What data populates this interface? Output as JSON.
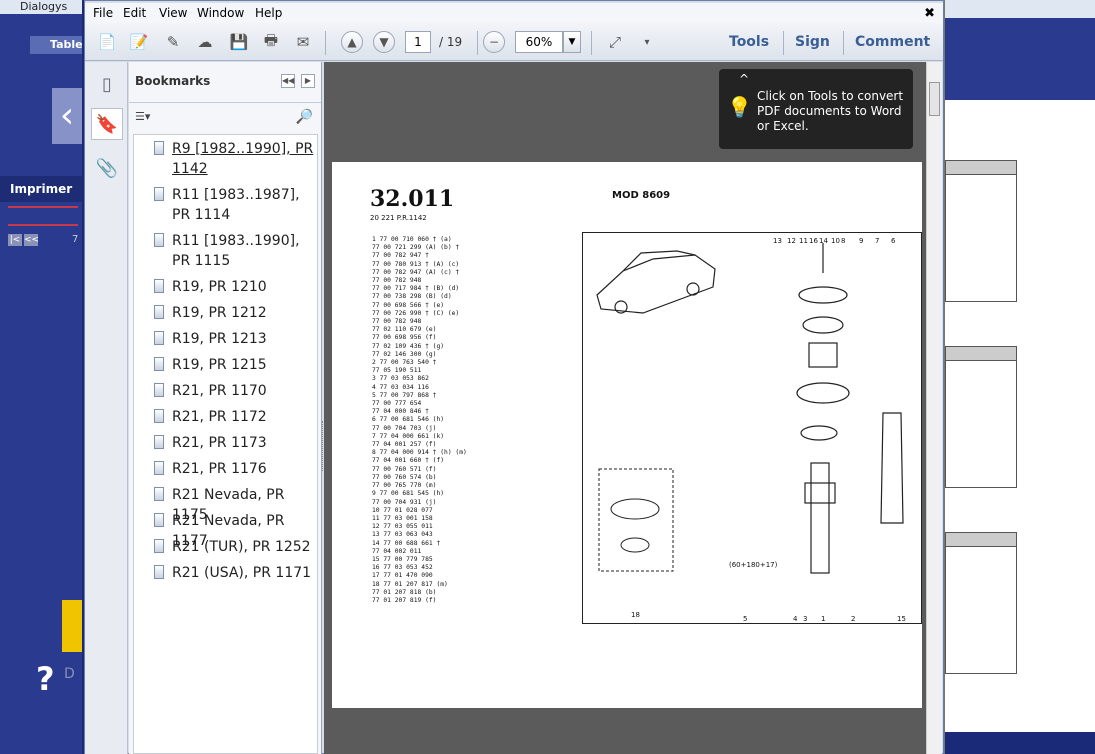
{
  "background_app": {
    "title": "Dialogys",
    "tab": "Table",
    "print_label": "Imprimer",
    "nav_left": "|<",
    "nav_prev": "<<",
    "nav_num": "7"
  },
  "menu": [
    "File",
    "Edit",
    "View",
    "Window",
    "Help"
  ],
  "toolbar": {
    "page_current": "1",
    "page_total": "/ 19",
    "zoom": "60%",
    "tools": "Tools",
    "sign": "Sign",
    "comment": "Comment"
  },
  "bookmarks": {
    "title": "Bookmarks",
    "items": [
      "R9 [1982..1990], PR 1142",
      "R11 [1983..1987], PR 1114",
      "R11 [1983..1990], PR 1115",
      "R19, PR 1210",
      "R19, PR 1212",
      "R19, PR 1213",
      "R19, PR 1215",
      "R21, PR 1170",
      "R21, PR 1172",
      "R21, PR 1173",
      "R21, PR 1176",
      "R21 Nevada, PR 1175",
      "R21 Nevada, PR 1177",
      "R21 (TUR), PR 1252",
      "R21 (USA), PR 1171"
    ]
  },
  "tooltip": {
    "text": "Click on Tools to convert PDF documents to Word or Excel."
  },
  "page": {
    "number": "32.011",
    "sub": "20 221     P.R.1142",
    "mod": "MOD 8609",
    "parts": [
      "1 77 00 710 060 † (a)",
      "  77 00 721 299 (A) (b) †",
      "  77 00 782 947 †",
      "  77 00 780 913 † (A) (c)",
      "  77 00 782 947 (A) (c) †",
      "  77 00 782 948",
      "  77 00 717 984 † (B) (d)",
      "  77 00 738 298 (B) (d)",
      "  77 00 698 566 † (e)",
      "  77 00 726 990 † (C) (e)",
      "  77 00 782 948",
      "  77 02 110 679 (e)",
      "  77 00 698 956 (f)",
      "  77 02 109 436 † (g)",
      "  77 02 146 300 (g)",
      "2 77 00 763 540 †",
      "  77 05 190 511",
      "3 77 03 053 862",
      "4 77 03 034 116",
      "5 77 00 797 868 †",
      "  77 00 777 654",
      "  77 04 000 846 †",
      "6 77 00 681 546 (h)",
      "  77 00 704 703 (j)",
      "7 77 04 000 661 (k)",
      "  77 04 001 257 (f)",
      "8 77 04 000 914 † (h) (m)",
      "  77 04 001 660 † (f)",
      "  77 00 760 571 (f)",
      "  77 00 760 574 (b)",
      "  77 00 765 770 (m)",
      "9 77 00 681 545 (h)",
      "  77 00 704 931 (j)",
      "10 77 01 028 077",
      "11 77 03 001 158",
      "12 77 03 055 011",
      "13 77 03 063 043",
      "14 77 00 688 661 †",
      "  77 04 002 011",
      "15 77 00 779 785",
      "16 77 03 053 452",
      "17 77 01 470 090",
      "18 77 01 207 817 (m)",
      "  77 01 207 818 (b)",
      "  77 01 207 819 (f)"
    ],
    "callouts": [
      "13",
      "12",
      "11",
      "16",
      "14",
      "10",
      "8",
      "9",
      "7",
      "6",
      "18",
      "5",
      "4",
      "3",
      "1",
      "2",
      "15"
    ],
    "dim_label": "(60+180+17)"
  }
}
